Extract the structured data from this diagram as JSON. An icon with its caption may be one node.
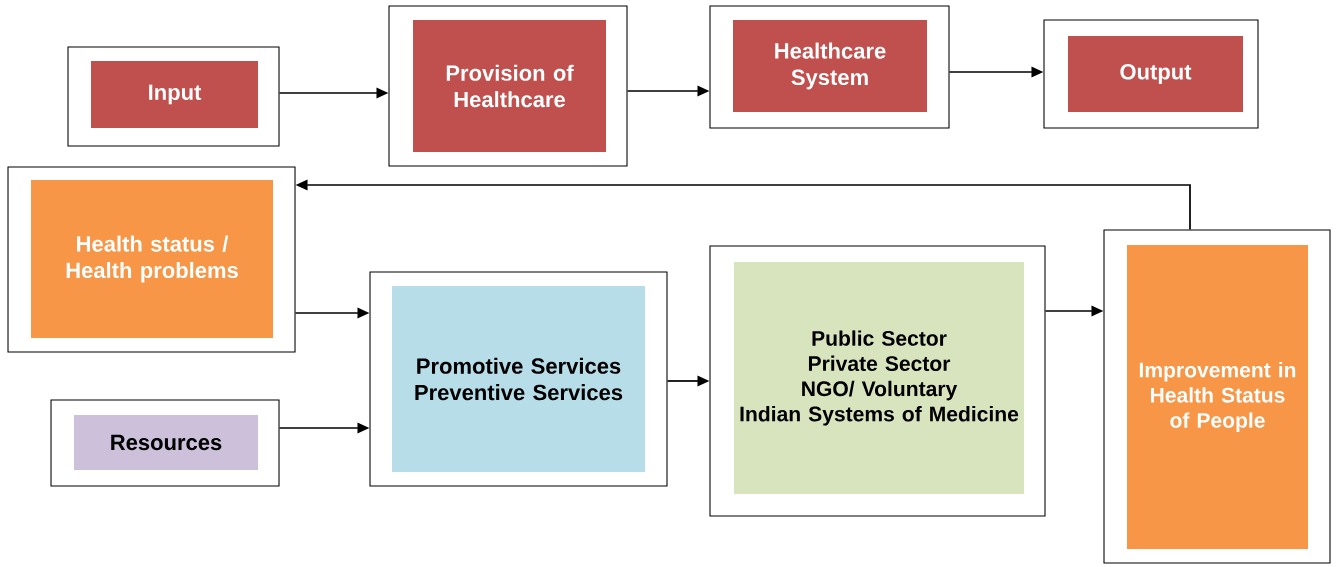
{
  "diagram": {
    "nodes": [
      {
        "text": [
          "Input"
        ]
      },
      {
        "text": [
          "Provision of Healthcare"
        ]
      },
      {
        "text": [
          "Healthcare System"
        ]
      },
      {
        "text": [
          "Output"
        ]
      },
      {
        "text": [
          "Health status / Health problems"
        ]
      },
      {
        "text": [
          "Resources"
        ]
      },
      {
        "text": [
          "Promotive Services",
          "Preventive Services"
        ]
      },
      {
        "text": [
          "Public Sector",
          "Private Sector",
          "NGO/ Voluntary",
          "Indian Systems of Medicine"
        ]
      },
      {
        "text": [
          "Improvement in Health Status of People"
        ]
      }
    ],
    "edges": [
      {
        "from": 0,
        "to": 1,
        "arrow": "to"
      },
      {
        "from": 1,
        "to": 2,
        "arrow": "to"
      },
      {
        "from": 2,
        "to": 3,
        "arrow": "to"
      },
      {
        "from": 8,
        "to": 4,
        "arrow": "to"
      },
      {
        "from": 4,
        "to": 6,
        "arrow": "to"
      },
      {
        "from": 5,
        "to": 6,
        "arrow": "to"
      },
      {
        "from": 6,
        "to": 7,
        "arrow": "to"
      },
      {
        "from": 7,
        "to": 8,
        "arrow": "to"
      }
    ]
  }
}
